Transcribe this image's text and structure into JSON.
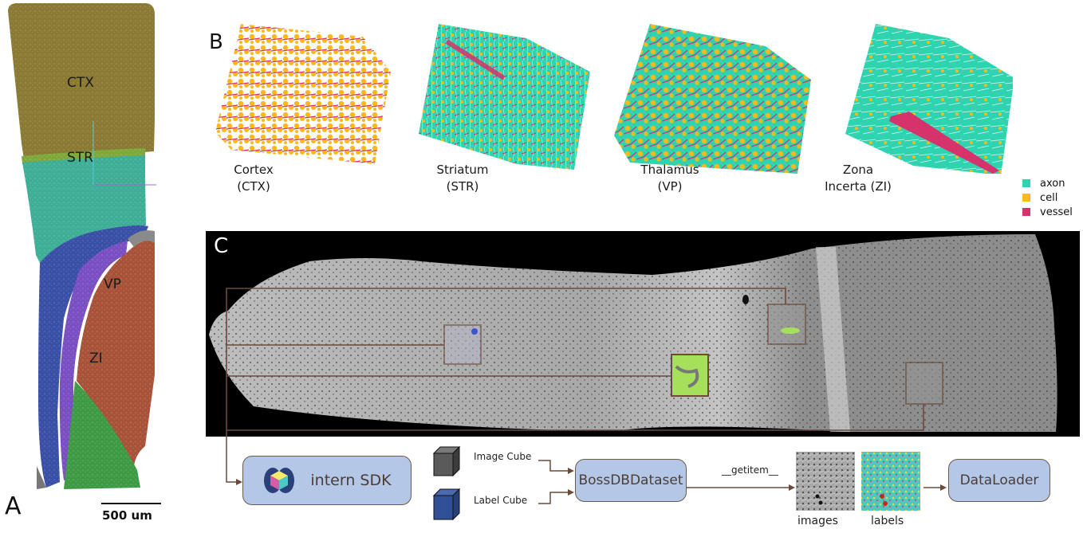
{
  "panel_a": {
    "letter": "A",
    "regions": [
      {
        "abbr": "CTX",
        "color": "#8a7a34"
      },
      {
        "abbr": "STR",
        "color": "#3fae97"
      },
      {
        "abbr": "VP",
        "color": "#a8523a"
      },
      {
        "abbr": "ZI",
        "color": "#3f9a46"
      }
    ],
    "scale_bar": "500 um"
  },
  "panel_b": {
    "letter": "B",
    "volumes": [
      {
        "name": "Cortex",
        "abbr": "(CTX)"
      },
      {
        "name": "Striatum",
        "abbr": "(STR)"
      },
      {
        "name": "Thalamus",
        "abbr": "(VP)"
      },
      {
        "name_line1": "Zona",
        "name_line2": "Incerta (ZI)"
      }
    ],
    "legend": [
      {
        "label": "axon",
        "color": "#2fd3b0"
      },
      {
        "label": "cell",
        "color": "#ffb81c"
      },
      {
        "label": "vessel",
        "color": "#d6336c"
      }
    ]
  },
  "panel_c": {
    "letter": "C",
    "pipeline": {
      "sdk": "intern SDK",
      "image_cube": "Image Cube",
      "label_cube": "Label Cube",
      "dataset": "BossDBDataset",
      "getitem": "__getitem__",
      "images": "images",
      "labels": "labels",
      "loader": "DataLoader"
    },
    "colors": {
      "box_fill": "#b4c7e7",
      "connector": "#6b4a3a",
      "highlight": "#a6e05a"
    }
  }
}
